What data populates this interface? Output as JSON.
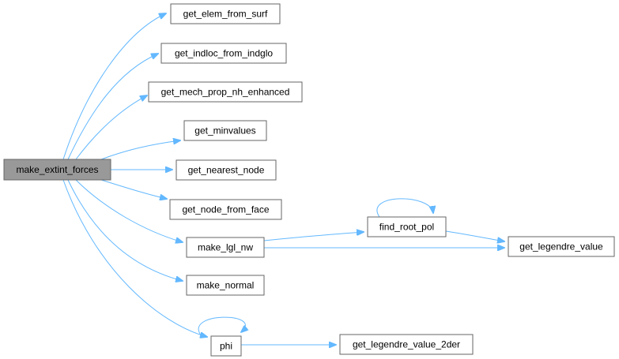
{
  "graph": {
    "colors": {
      "edge": "#63b8ff",
      "node_border": "#666666",
      "node_fill": "#ffffff",
      "root_fill": "#999999"
    },
    "nodes": {
      "make_extint_forces": "make_extint_forces",
      "get_elem_from_surf": "get_elem_from_surf",
      "get_indloc_from_indglo": "get_indloc_from_indglo",
      "get_mech_prop_nh_enhanced": "get_mech_prop_nh_enhanced",
      "get_minvalues": "get_minvalues",
      "get_nearest_node": "get_nearest_node",
      "get_node_from_face": "get_node_from_face",
      "make_lgl_nw": "make_lgl_nw",
      "find_root_pol": "find_root_pol",
      "get_legendre_value": "get_legendre_value",
      "make_normal": "make_normal",
      "phi": "phi",
      "get_legendre_value_2der": "get_legendre_value_2der"
    },
    "edges": [
      [
        "make_extint_forces",
        "get_elem_from_surf"
      ],
      [
        "make_extint_forces",
        "get_indloc_from_indglo"
      ],
      [
        "make_extint_forces",
        "get_mech_prop_nh_enhanced"
      ],
      [
        "make_extint_forces",
        "get_minvalues"
      ],
      [
        "make_extint_forces",
        "get_nearest_node"
      ],
      [
        "make_extint_forces",
        "get_node_from_face"
      ],
      [
        "make_extint_forces",
        "make_lgl_nw"
      ],
      [
        "make_extint_forces",
        "make_normal"
      ],
      [
        "make_extint_forces",
        "phi"
      ],
      [
        "make_lgl_nw",
        "find_root_pol"
      ],
      [
        "make_lgl_nw",
        "get_legendre_value"
      ],
      [
        "find_root_pol",
        "find_root_pol"
      ],
      [
        "find_root_pol",
        "get_legendre_value"
      ],
      [
        "phi",
        "phi"
      ],
      [
        "phi",
        "get_legendre_value_2der"
      ]
    ]
  }
}
